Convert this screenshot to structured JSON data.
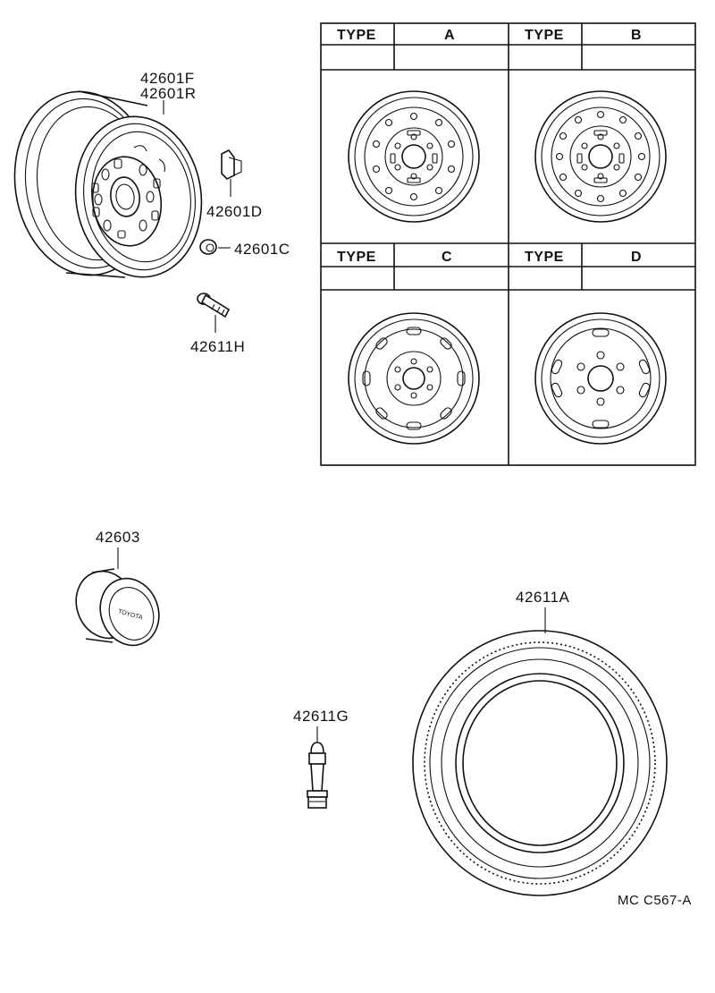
{
  "labels": {
    "rim_front": "42601F",
    "rim_rear": "42601R",
    "clip": "42601D",
    "nut": "42601C",
    "bolt": "42611H",
    "cap": "42603",
    "valve": "42611G",
    "tire": "42611A",
    "cap_logo": "TOYOTA",
    "diagram_code": "MC  C567-A"
  },
  "type_table": {
    "header_word": "TYPE",
    "types": [
      "A",
      "B",
      "C",
      "D"
    ]
  }
}
